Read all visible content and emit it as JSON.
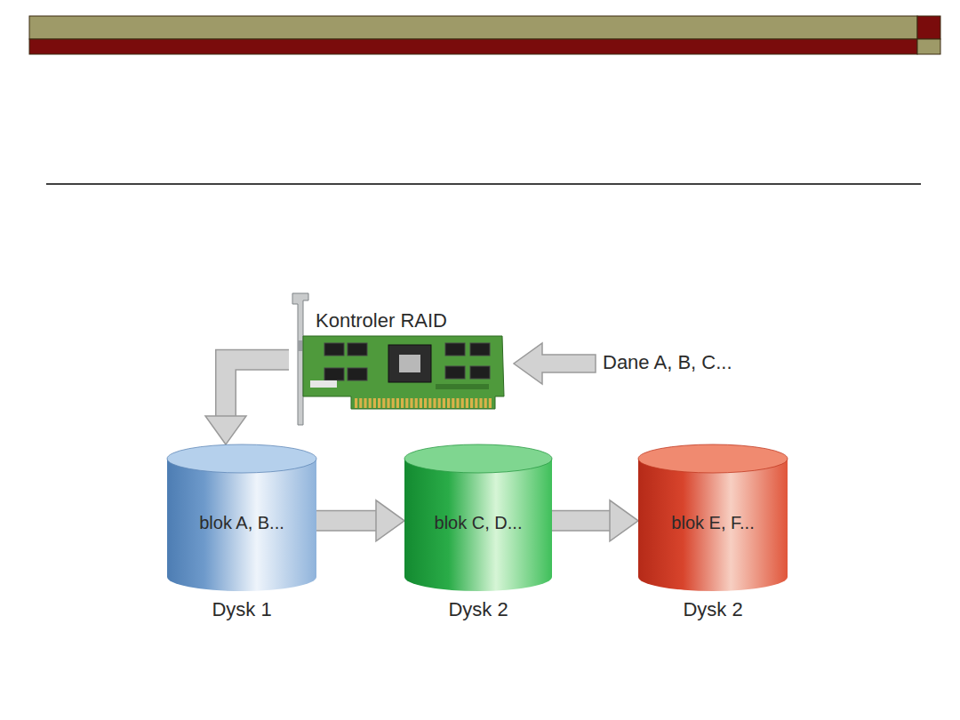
{
  "diagram": {
    "nodes": [
      {
        "text": [
          "Kontroler RAID"
        ]
      },
      {
        "text": [
          "blok A, B...",
          "Dysk 1"
        ]
      },
      {
        "text": [
          "blok C, D...",
          "Dysk 2"
        ]
      },
      {
        "text": [
          "blok E, F...",
          "Dysk 2"
        ]
      }
    ],
    "edges": [
      {
        "from": 0,
        "to": 1,
        "arrow": "to"
      },
      {
        "from": 1,
        "to": 2,
        "arrow": "to"
      },
      {
        "from": 2,
        "to": 3,
        "arrow": "to"
      }
    ],
    "labels": [
      "Dane A, B, C..."
    ]
  }
}
